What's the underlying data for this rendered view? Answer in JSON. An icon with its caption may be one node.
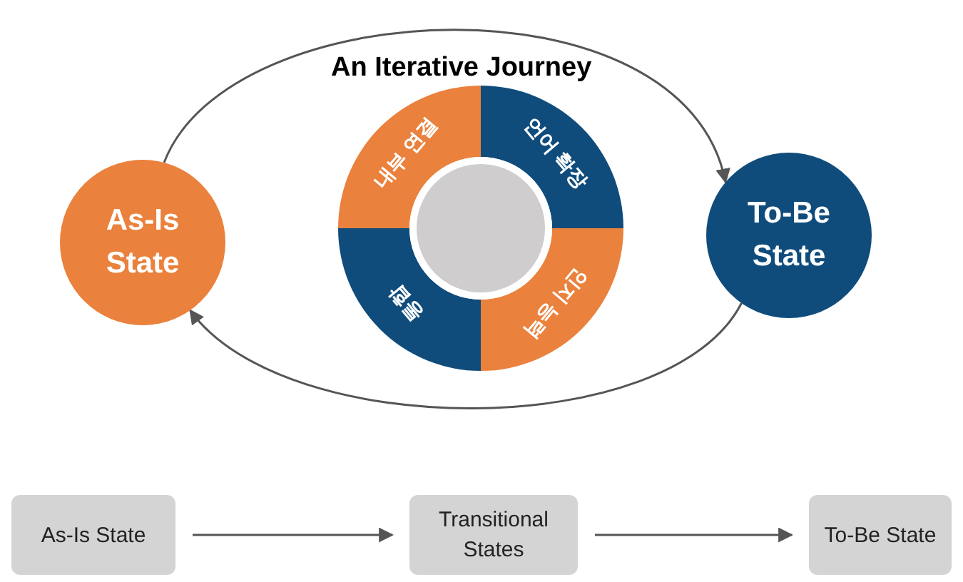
{
  "diagram": {
    "title": "An Iterative Journey",
    "nodes": [
      {
        "text": [
          "As-Is State"
        ]
      },
      {
        "text": [
          "내부 연결"
        ]
      },
      {
        "text": [
          "언어 확장"
        ]
      },
      {
        "text": [
          "인지 능력"
        ]
      },
      {
        "text": [
          "통합"
        ]
      },
      {
        "text": [],
        "shape": "circle"
      },
      {
        "text": [
          "To-Be State"
        ]
      },
      {
        "text": [
          "As-Is State"
        ]
      },
      {
        "text": [
          "Transitional States"
        ]
      },
      {
        "text": [
          "To-Be State"
        ]
      }
    ],
    "edges": [
      {
        "from": 0,
        "to": 6,
        "arrow": "to"
      },
      {
        "from": 6,
        "to": 0,
        "arrow": "to"
      },
      {
        "from": 7,
        "to": 8,
        "arrow": "to"
      },
      {
        "from": 8,
        "to": 9,
        "arrow": "to"
      }
    ]
  }
}
